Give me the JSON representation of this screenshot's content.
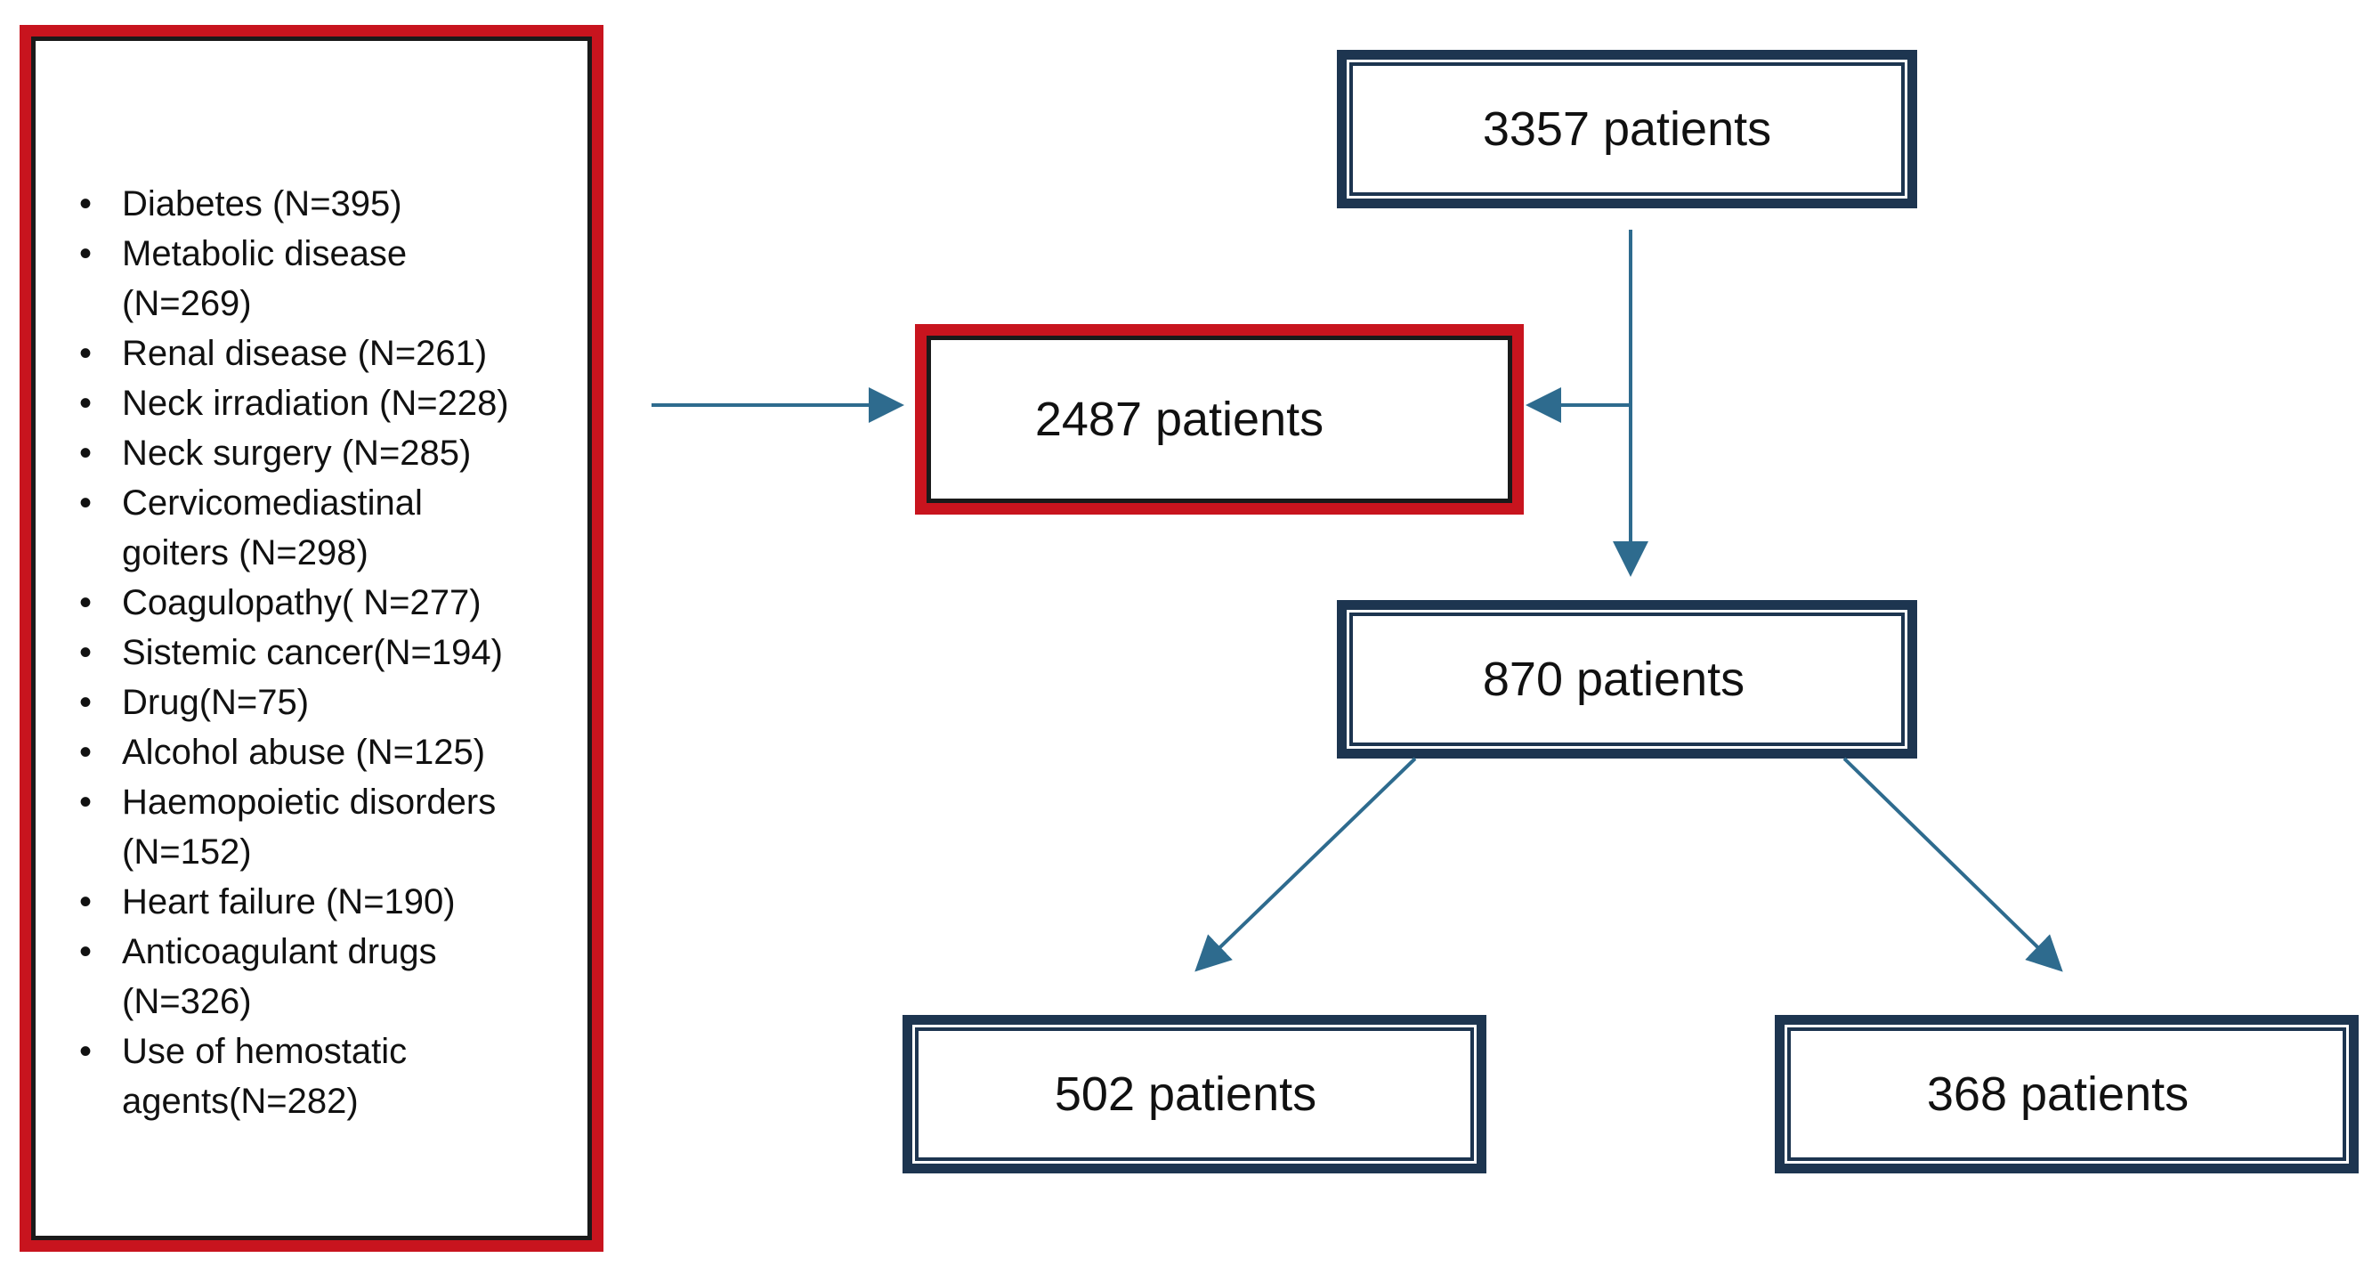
{
  "exclusion_criteria": [
    {
      "lines": [
        "Diabetes (N=395)"
      ]
    },
    {
      "lines": [
        "Metabolic disease",
        "(N=269)"
      ]
    },
    {
      "lines": [
        "Renal disease (N=261)"
      ]
    },
    {
      "lines": [
        "Neck irradiation (N=228)"
      ]
    },
    {
      "lines": [
        "Neck surgery (N=285)"
      ]
    },
    {
      "lines": [
        "Cervicomediastinal",
        "goiters (N=298)"
      ]
    },
    {
      "lines": [
        "Coagulopathy( N=277)"
      ]
    },
    {
      "lines": [
        "Sistemic cancer(N=194)"
      ]
    },
    {
      "lines": [
        "Drug(N=75)"
      ]
    },
    {
      "lines": [
        "Alcohol abuse (N=125)"
      ]
    },
    {
      "lines": [
        "Haemopoietic disorders",
        "(N=152)"
      ]
    },
    {
      "lines": [
        "Heart failure (N=190)"
      ]
    },
    {
      "lines": [
        "Anticoagulant drugs",
        "(N=326)"
      ]
    },
    {
      "lines": [
        "Use of hemostatic",
        "agents(N=282)"
      ]
    }
  ],
  "nodes": {
    "total": "3357 patients",
    "excluded": "2487 patients",
    "included": "870 patients",
    "group_a": "502 patients",
    "group_b": "368 patients"
  },
  "colors": {
    "box_border": "#1d3550",
    "excluded_border": "#c8141e",
    "arrow": "#2e6b8e"
  }
}
